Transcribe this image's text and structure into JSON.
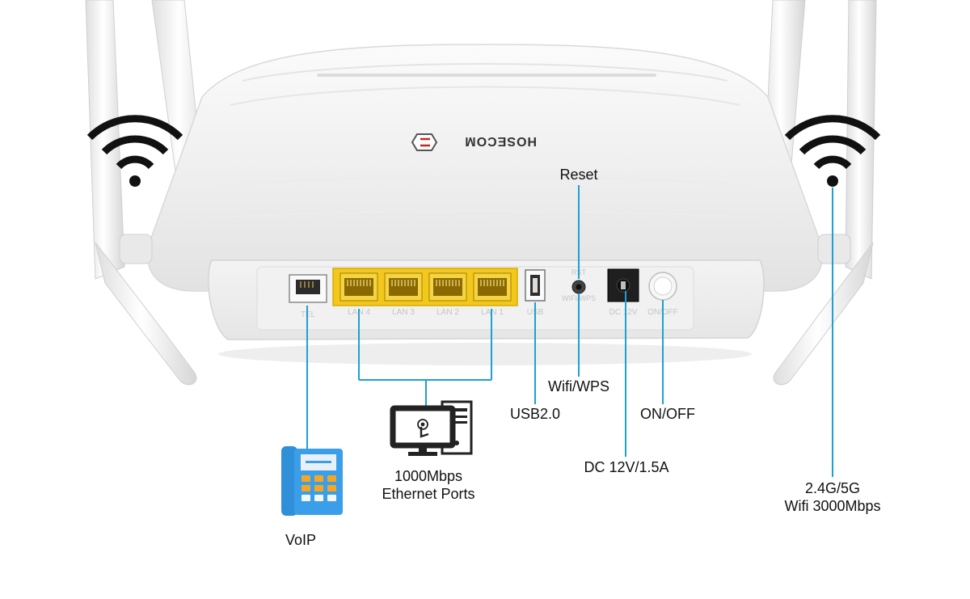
{
  "brand": {
    "name": "HOSECOM",
    "accent": "#c62828"
  },
  "colors": {
    "callout_line": "#1e9fd6",
    "lan_port": "#f2c81c",
    "router_body": "#f4f4f4"
  },
  "ports": {
    "tel": "TEL",
    "lan": [
      "LAN 4",
      "LAN 3",
      "LAN 2",
      "LAN 1"
    ],
    "usb": "USB",
    "rst": "RST",
    "wps": "WIFI/WPS",
    "dc": "DC 12V",
    "power": "ON/OFF"
  },
  "callouts": {
    "reset": "Reset",
    "wifi_wps": "Wifi/WPS",
    "usb": "USB2.0",
    "on_off": "ON/OFF",
    "dc": "DC 12V/1.5A",
    "ethernet_line1": "1000Mbps",
    "ethernet_line2": "Ethernet Ports",
    "voip": "VoIP",
    "wifi_line1": "2.4G/5G",
    "wifi_line2": "Wifi 3000Mbps"
  },
  "icons": [
    "wifi-signal-icon",
    "desktop-computer-icon",
    "desk-phone-icon",
    "hosecom-logo-icon"
  ]
}
